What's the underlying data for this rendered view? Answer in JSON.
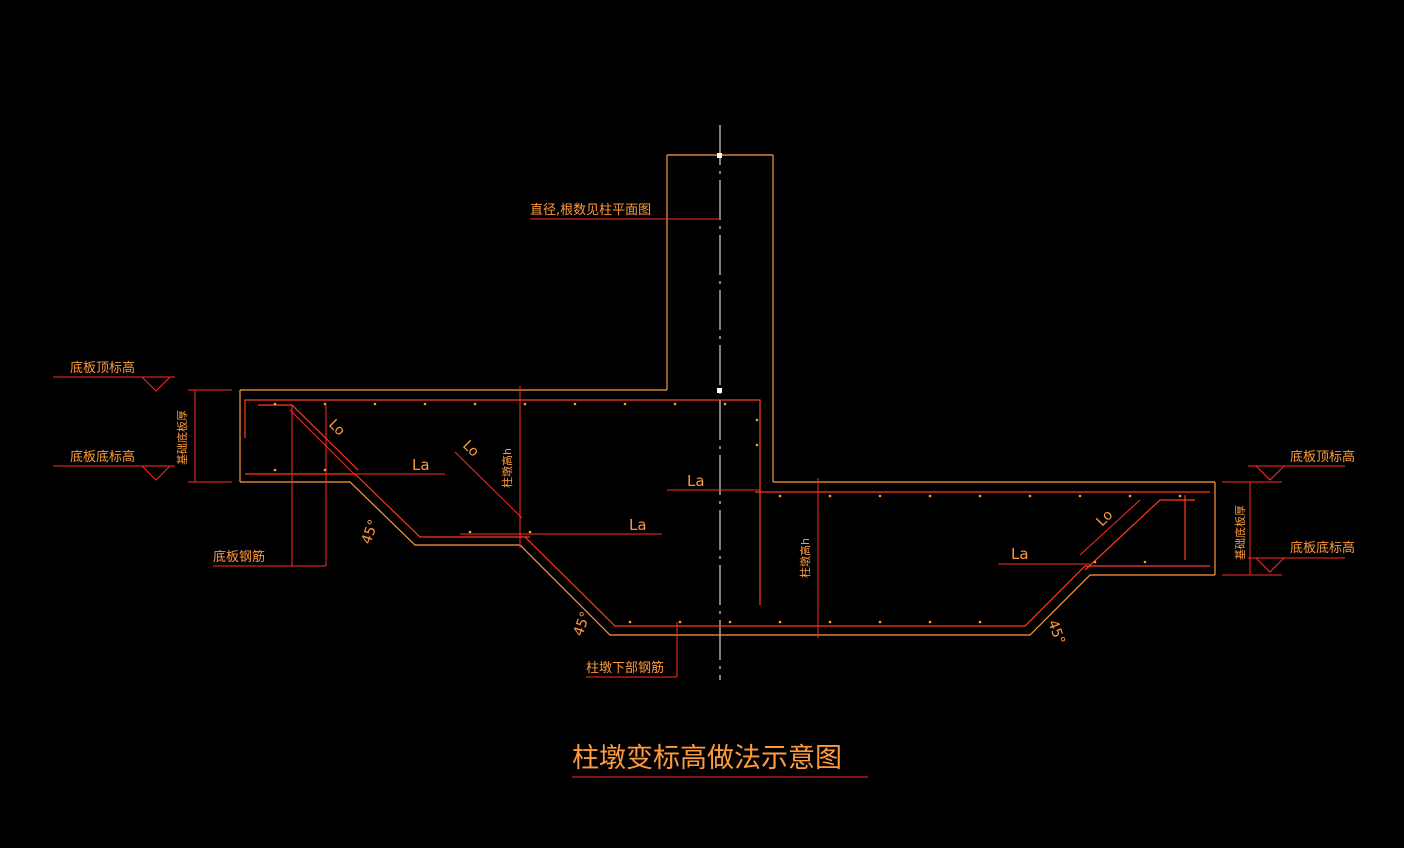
{
  "colors": {
    "background": "#000000",
    "concrete_outline": "#ff9a3c",
    "rebar": "#ff3b1f",
    "dimension_line": "#ff2a2a",
    "text": "#ff9a3c",
    "centerline": "#ffffff",
    "grip_point": "#ffffff"
  },
  "labels": {
    "column_rebar_note": "直径,根数见柱平面图",
    "left_top_elev": "底板顶标高",
    "left_bottom_elev": "底板底标高",
    "left_thickness": "基础底板厚",
    "right_top_elev": "底板顶标高",
    "right_bottom_elev": "底板底标高",
    "right_thickness": "基础底板厚",
    "slab_rebar": "底板钢筋",
    "pier_bottom_rebar": "柱墩下部钢筋",
    "pier_height_left": "柱墩高h",
    "pier_height_right": "柱墩高h",
    "la_1": "La",
    "la_2": "La",
    "la_3": "La",
    "la_4": "La",
    "lo_1": "Lo",
    "lo_2": "Lo",
    "lo_3": "Lo",
    "angle_1": "45°",
    "angle_2": "45°",
    "angle_3": "45°",
    "title": "柱墩变标高做法示意图"
  }
}
